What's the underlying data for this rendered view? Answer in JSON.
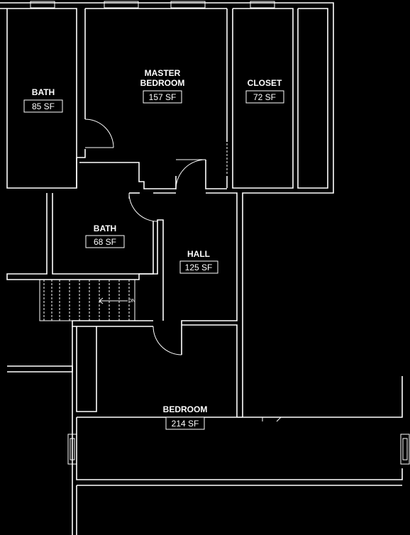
{
  "rooms": {
    "bath_upper": {
      "name": "BATH",
      "area": "85 SF"
    },
    "master_bedroom": {
      "name_line1": "MASTER",
      "name_line2": "BEDROOM",
      "area": "157 SF"
    },
    "closet": {
      "name": "CLOSET",
      "area": "72 SF"
    },
    "bath_lower": {
      "name": "BATH",
      "area": "68 SF"
    },
    "hall": {
      "name": "HALL",
      "area": "125 SF"
    },
    "bedroom": {
      "name": "BEDROOM",
      "area": "214 SF"
    }
  },
  "stairs": {
    "direction_label": "DN"
  },
  "colors": {
    "background": "#000000",
    "lines": "#ffffff"
  }
}
